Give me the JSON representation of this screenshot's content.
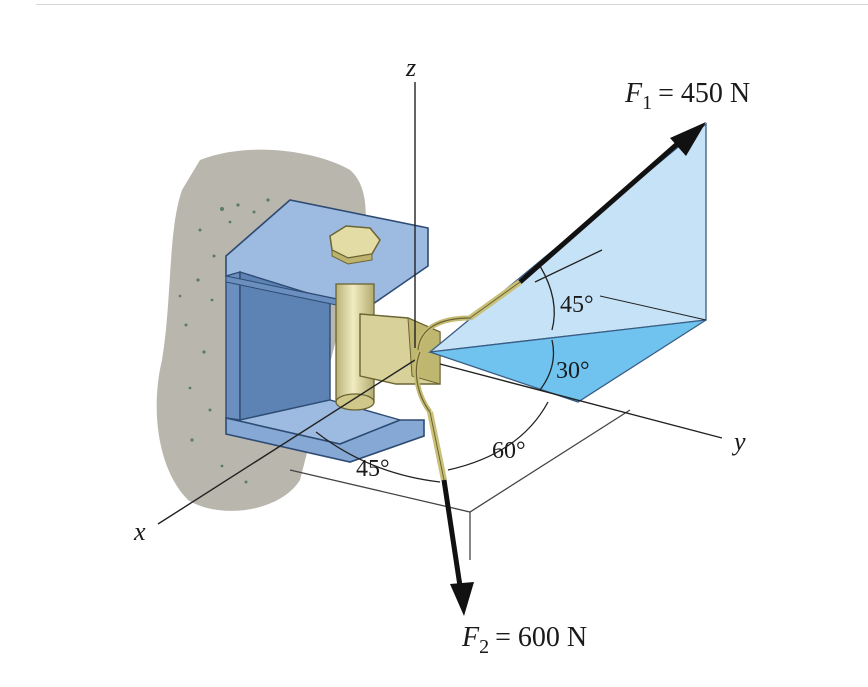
{
  "figure": {
    "axes": {
      "x": "x",
      "y": "y",
      "z": "z"
    },
    "forces": [
      {
        "symbol": "F",
        "subscript": "1",
        "equation": "= 450 N"
      },
      {
        "symbol": "F",
        "subscript": "2",
        "equation": "= 600 N"
      }
    ],
    "angles": {
      "f1_above_plane": "45°",
      "projection_from_y": "30°",
      "f2_from_y": "60°",
      "f2_from_x": "45°"
    },
    "colors": {
      "bracket": "#8fb0d8",
      "bracket_dark": "#4d6f9a",
      "pin": "#d8d29a",
      "plane_light": "#c6e2f7",
      "plane_dark": "#6fc3ee",
      "wall": "#b9b6ad",
      "force_arrow": "#111111"
    }
  }
}
